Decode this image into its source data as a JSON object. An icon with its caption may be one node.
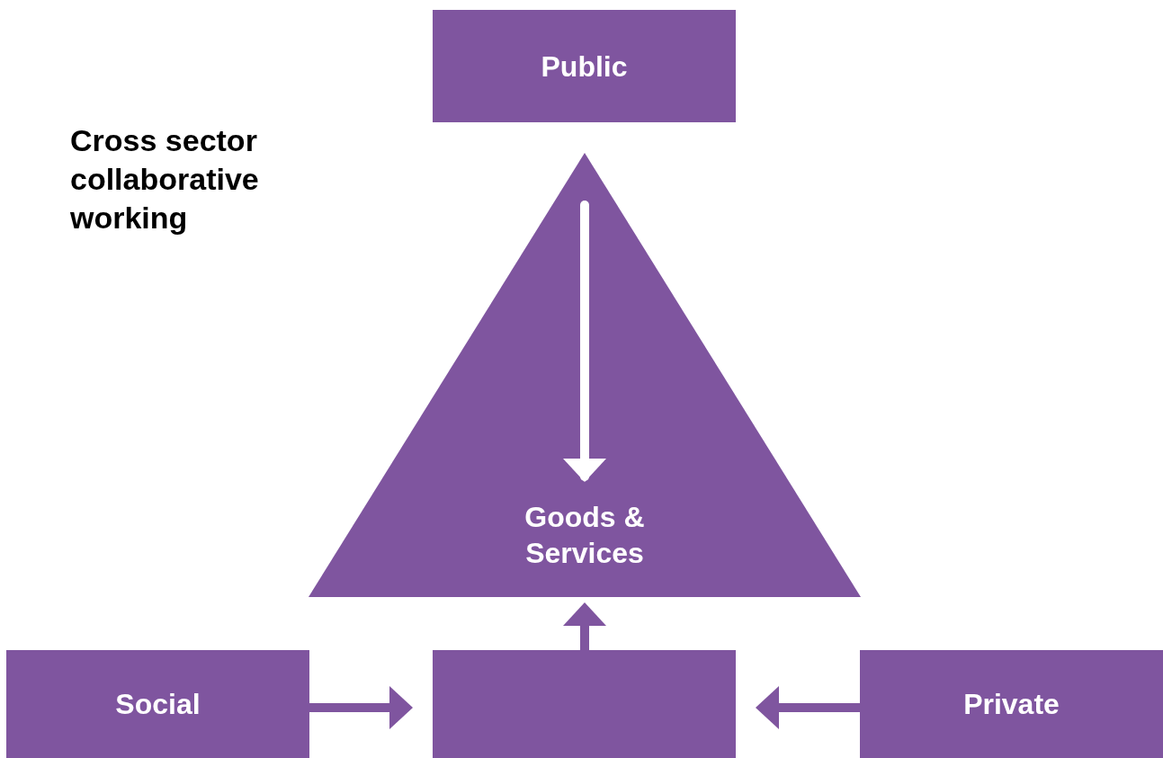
{
  "diagram": {
    "title": "Cross sector collaborative working",
    "nodes": [
      {
        "text": [
          "Public"
        ]
      },
      {
        "text": [
          "Goods & Services"
        ]
      },
      {
        "text": [
          "Social"
        ]
      },
      {
        "text": [],
        "shape": "box"
      },
      {
        "text": [
          "Private"
        ]
      }
    ],
    "edges": [
      {
        "from": null,
        "to": 1,
        "arrow": "to",
        "color": "#ffffff"
      },
      {
        "from": 2,
        "to": 3,
        "arrow": "to"
      },
      {
        "from": 4,
        "to": 3,
        "arrow": "to"
      },
      {
        "from": 3,
        "to": 1,
        "arrow": "to"
      }
    ]
  }
}
